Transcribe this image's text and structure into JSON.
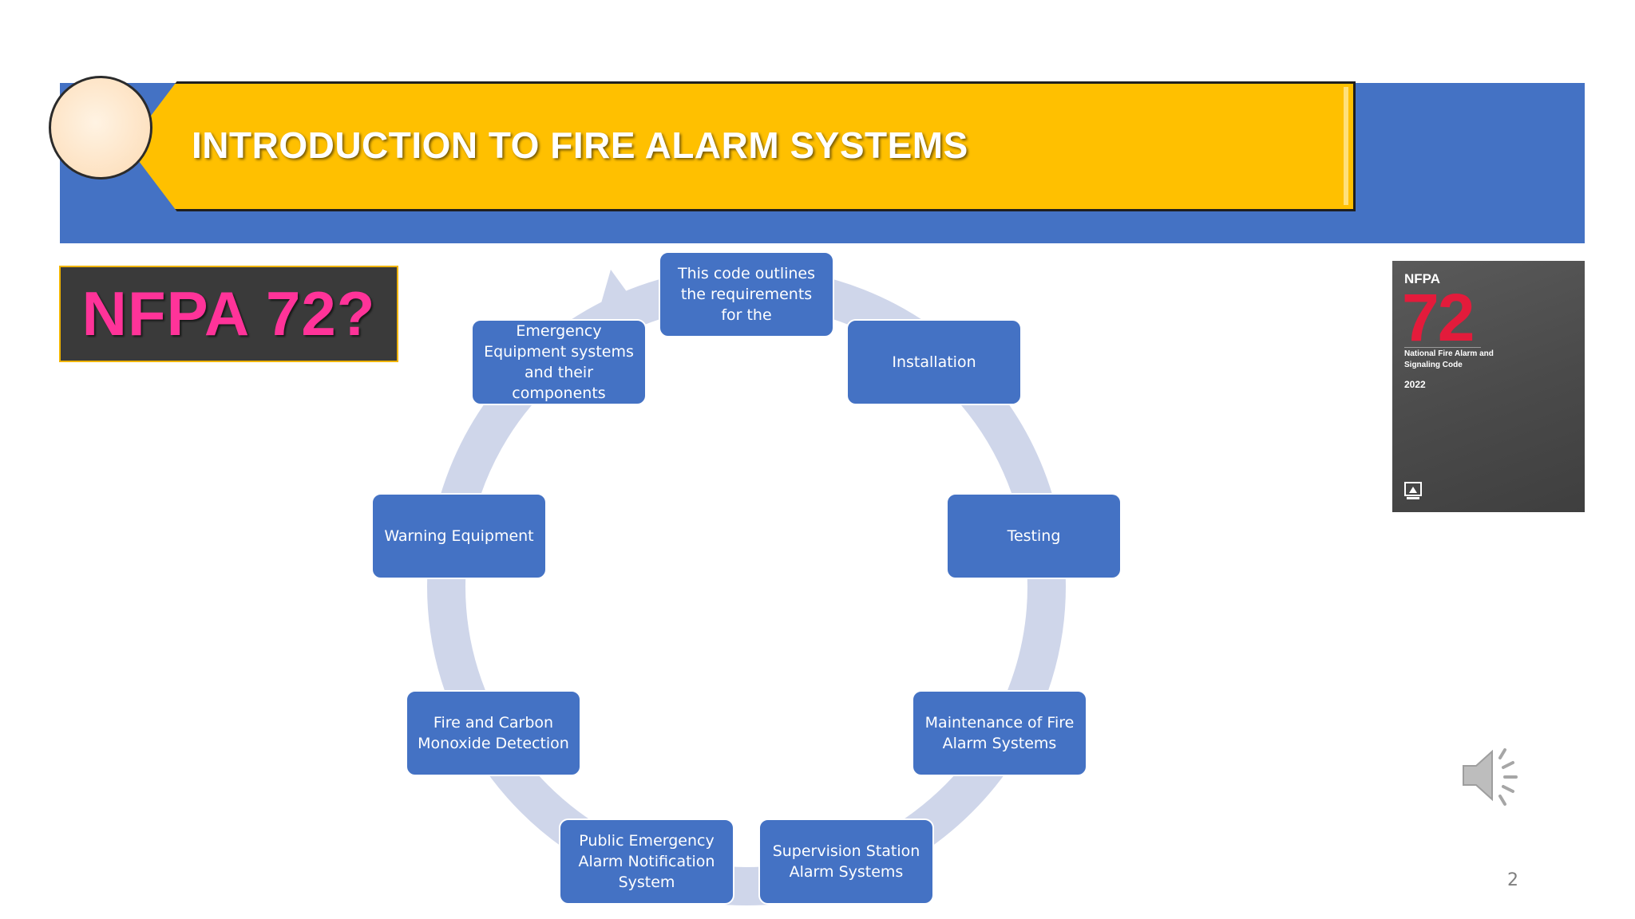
{
  "header": {
    "title": "INTRODUCTION TO FIRE ALARM SYSTEMS",
    "band_color": "#4472c4",
    "banner_color": "#ffc000"
  },
  "callout": {
    "label": "NFPA 72?",
    "label_color": "#ff3399",
    "background": "#3a3a3a"
  },
  "cycle": {
    "node_color": "#4472c4",
    "ring_color": "#cfd6ea",
    "nodes": [
      "This code outlines the requirements for the",
      "Installation",
      "Testing",
      "Maintenance of Fire Alarm Systems",
      "Supervision Station Alarm Systems",
      "Public Emergency Alarm Notification System",
      "Fire and Carbon Monoxide Detection",
      "Warning Equipment",
      "Emergency Equipment systems and their components"
    ]
  },
  "book_cover": {
    "brand": "NFPA",
    "number": "72",
    "subtitle": "National Fire Alarm and Signaling Code",
    "year": "2022"
  },
  "audio": {
    "icon": "speaker-icon"
  },
  "footer": {
    "page_number": "2"
  }
}
